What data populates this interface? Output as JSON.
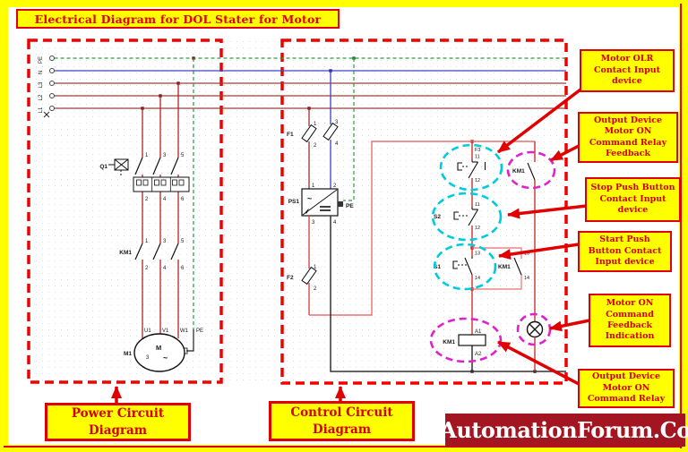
{
  "title": "Electrical Diagram for DOL Stater for Motor",
  "colors": {
    "accent_red": "#e00000",
    "callout_yellow": "#ffff00",
    "highlight_cyan": "#00cbdc",
    "highlight_magenta": "#dd22cc",
    "brand_bg": "#a31621",
    "bus_red": "#9a4038",
    "neutral_blue": "#4040c8",
    "pe_green": "#2e9a40"
  },
  "power": {
    "bus_labels": [
      "PE",
      "N",
      "L3",
      "L2",
      "L1"
    ],
    "q1": "Q1",
    "km1": "KM1",
    "m1": "M1",
    "motor_letter": "M",
    "motor_phases": "3",
    "motor_wave": "~",
    "top_terms": [
      "1",
      "3",
      "5"
    ],
    "bot_terms": [
      "2",
      "4",
      "6"
    ],
    "motor_terms": [
      "U1",
      "V1",
      "W1",
      "PE"
    ]
  },
  "control": {
    "f1": "F1",
    "f2": "F2",
    "ps1": "PS1",
    "ps1_ac": "~",
    "ps1_pe": "PE",
    "f1_terms": [
      "1",
      "2",
      "3",
      "4"
    ],
    "ps1_top_terms": [
      "1",
      "2"
    ],
    "ps1_bot_terms": [
      "3",
      "4"
    ],
    "f2_terms": [
      "1",
      "2"
    ],
    "f3_label": "F3",
    "nc_terms": [
      "11",
      "12"
    ],
    "no_terms": [
      "13",
      "14"
    ],
    "s2": "S2",
    "s1": "S1",
    "km1_hold": "KM1",
    "km1_feedback": "KM1",
    "km1_coil": "KM1",
    "coil_terms": [
      "A1",
      "A2"
    ]
  },
  "callouts": [
    {
      "text": "Motor OLR Contact Input device"
    },
    {
      "text": "Output Device Motor ON Command Relay Feedback"
    },
    {
      "text": "Stop Push Button Contact Input device"
    },
    {
      "text": "Start Push Button Contact Input device"
    },
    {
      "text": "Motor ON Command Feedback Indication"
    },
    {
      "text": "Output Device Motor ON Command Relay"
    }
  ],
  "footer": {
    "power": "Power Circuit Diagram",
    "control": "Control Circuit Diagram",
    "brand": "AutomationForum.Co"
  }
}
